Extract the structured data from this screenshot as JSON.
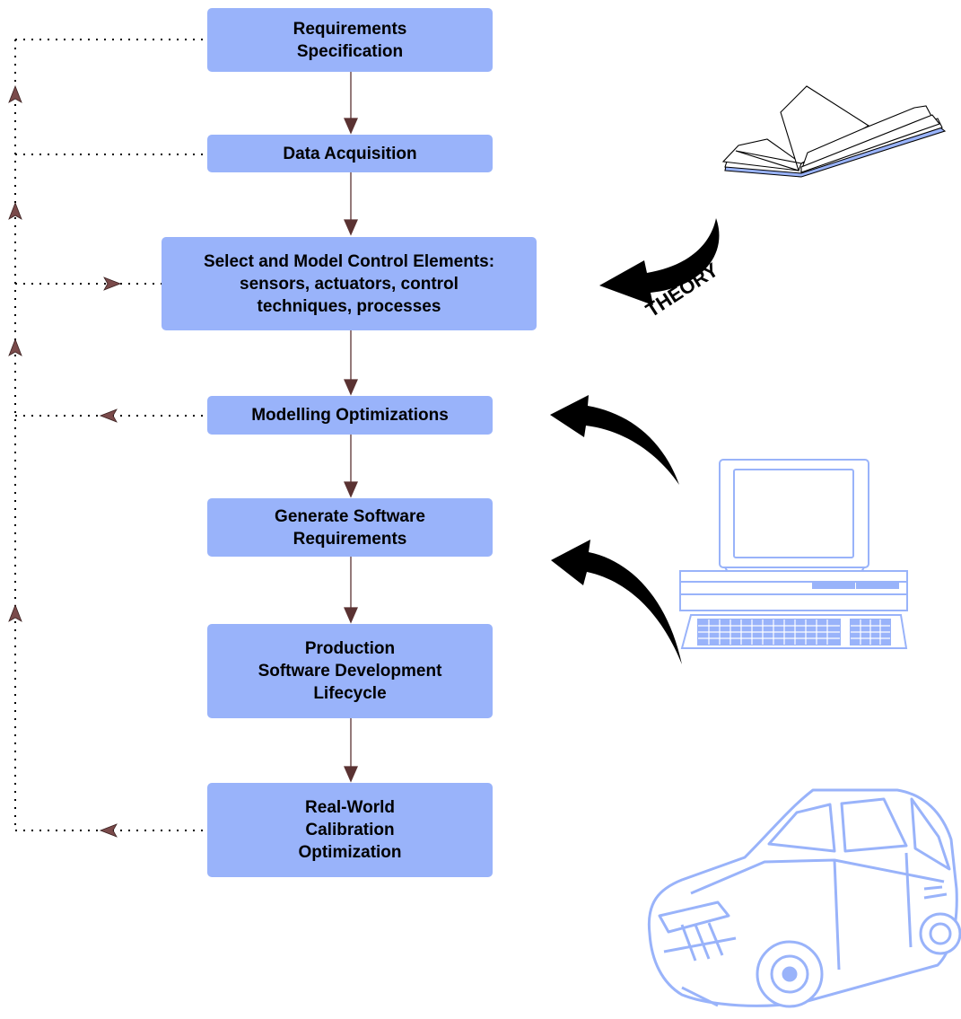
{
  "diagram": {
    "steps": [
      {
        "id": "requirements",
        "label": "Requirements\nSpecification"
      },
      {
        "id": "data-acquisition",
        "label": "Data Acquisition"
      },
      {
        "id": "select-model",
        "label": "Select and Model Control Elements:\nsensors, actuators, control\ntechniques, processes"
      },
      {
        "id": "modelling-optimizations",
        "label": "Modelling Optimizations"
      },
      {
        "id": "generate-software",
        "label": "Generate Software\nRequirements"
      },
      {
        "id": "production-software",
        "label": "Production\nSoftware Development\nLifecycle"
      },
      {
        "id": "real-world",
        "label": "Real-World\nCalibration\nOptimization"
      }
    ],
    "theory_label": "THEORY",
    "colors": {
      "box_fill": "#99b3fa",
      "arrow": "#5a3232",
      "arrowhead_fill": "#7a4a4a",
      "illustration_stroke": "#99b3fa",
      "curved_arrow": "#000000"
    },
    "icons": [
      "book-icon",
      "computer-icon",
      "car-icon"
    ]
  }
}
